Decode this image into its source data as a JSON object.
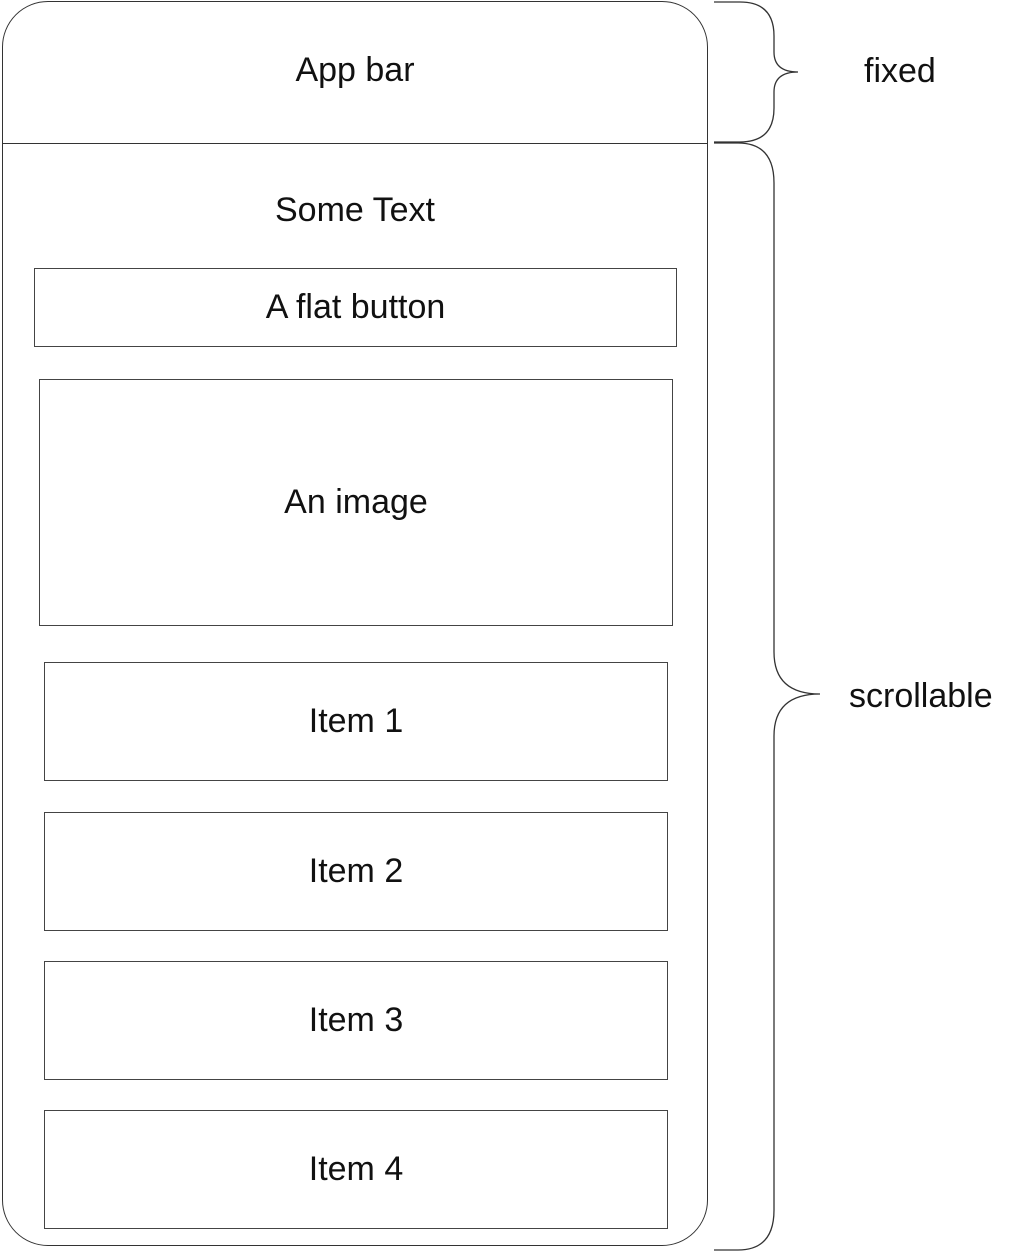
{
  "app_bar": {
    "title": "App bar"
  },
  "content": {
    "text": "Some Text",
    "button_label": "A flat button",
    "image_label": "An image",
    "items": [
      "Item 1",
      "Item 2",
      "Item 3",
      "Item 4"
    ]
  },
  "annotations": {
    "fixed": "fixed",
    "scrollable": "scrollable"
  }
}
